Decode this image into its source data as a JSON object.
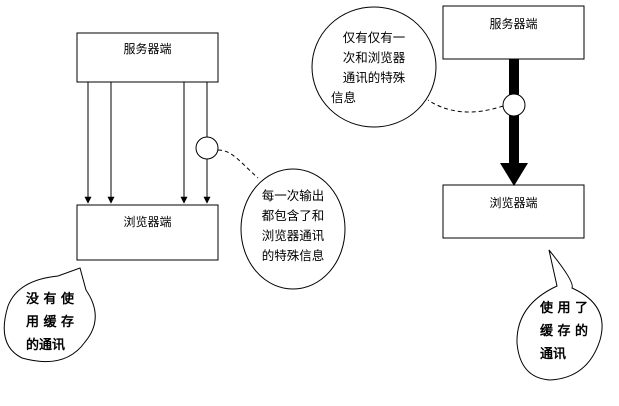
{
  "left": {
    "server_label": "服务器端",
    "browser_label": "浏览器端",
    "note_lines": [
      "每一次输出",
      "都包含了和",
      "浏览器通讯",
      "的特殊信息"
    ],
    "callout_lines": [
      "没 有 使",
      "用 缓 存",
      "的通讯"
    ]
  },
  "right": {
    "server_label": "服务器端",
    "browser_label": "浏览器端",
    "note_lines": [
      "仅有仅有一",
      "次和浏览器",
      "通讯的特殊",
      "信息"
    ],
    "callout_lines": [
      "使 用 了",
      "缓 存 的",
      "通讯"
    ]
  },
  "colors": {
    "stroke": "#000000",
    "fill": "#ffffff"
  }
}
